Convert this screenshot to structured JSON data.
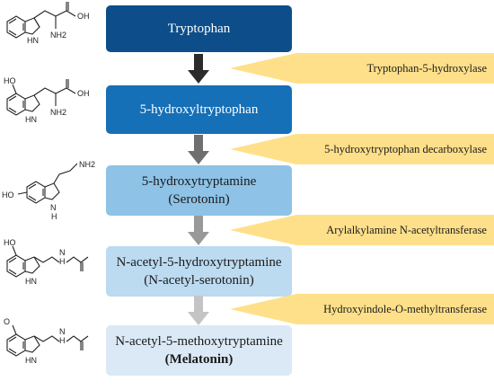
{
  "pathway": {
    "steps": [
      {
        "line1": "Tryptophan",
        "line2": ""
      },
      {
        "line1": "5-hydroxyltryptophan",
        "line2": ""
      },
      {
        "line1": "5-hydroxytryptamine",
        "line2": "(Serotonin)"
      },
      {
        "line1": "N-acetyl-5-hydroxytryptamine",
        "line2": "(N-acetyl-serotonin)"
      },
      {
        "line1": "N-acetyl-5-methoxytryptamine",
        "line2": "(Melatonin)"
      }
    ],
    "enzymes": [
      "Tryptophan-5-hydroxylase",
      "5-hydroxytryptophan decarboxylase",
      "Arylalkylamine N-acetyltransferase",
      "Hydroxyindole-O-methyltransferase"
    ],
    "arrow_colors": [
      "#2b2b2b",
      "#6f6f6f",
      "#999999",
      "#c4c4c4"
    ],
    "enzyme_color": "#ffe08a"
  },
  "structures": {
    "labels": {
      "oh": "OH",
      "nh2": "NH2",
      "ho": "HO",
      "hn": "HN",
      "h": "H",
      "n": "N",
      "o": "O"
    },
    "icons": [
      "tryptophan-structure-icon",
      "5-hydroxytryptophan-structure-icon",
      "serotonin-structure-icon",
      "n-acetylserotonin-structure-icon",
      "melatonin-structure-icon"
    ]
  }
}
